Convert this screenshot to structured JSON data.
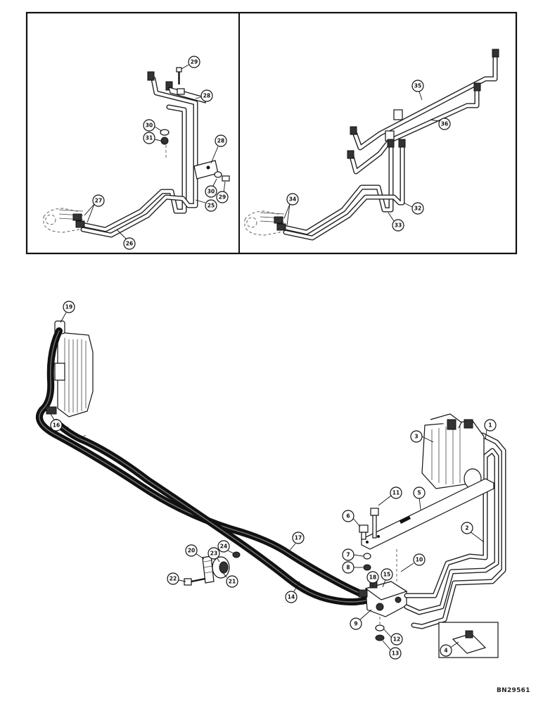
{
  "drawing_number": "BN29561",
  "callouts": {
    "c1": "1",
    "c2": "2",
    "c3": "3",
    "c4": "4",
    "c5": "5",
    "c6": "6",
    "c7": "7",
    "c8": "8",
    "c9": "9",
    "c10": "10",
    "c11": "11",
    "c12": "12",
    "c13": "13",
    "c14": "14",
    "c15": "15",
    "c16": "16",
    "c17": "17",
    "c18": "18",
    "c19": "19",
    "c20": "20",
    "c21": "21",
    "c22": "22",
    "c23": "23",
    "c24": "24",
    "c25": "25",
    "c26": "26",
    "c27": "27",
    "c28a": "28",
    "c28b": "28",
    "c29a": "29",
    "c29b": "29",
    "c30a": "30",
    "c30b": "30",
    "c31": "31",
    "c32": "32",
    "c33": "33",
    "c34": "34",
    "c35": "35",
    "c36": "36"
  }
}
